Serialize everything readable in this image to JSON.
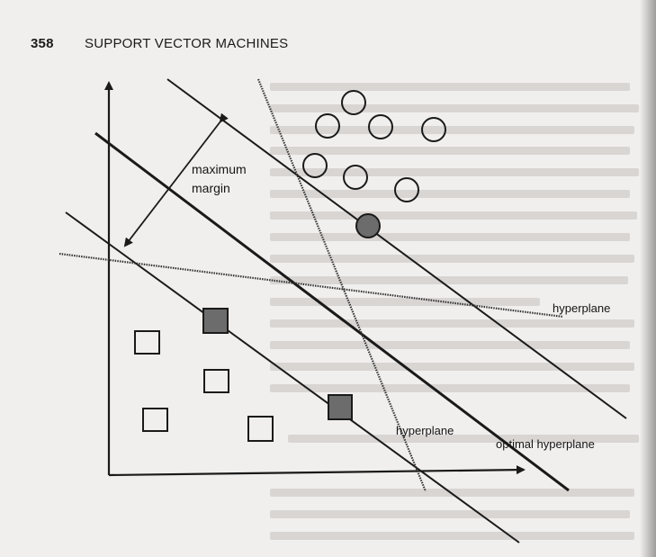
{
  "header": {
    "page_number": "358",
    "chapter_title": "SUPPORT VECTOR MACHINES"
  },
  "figure": {
    "labels": {
      "margin_line1": "maximum",
      "margin_line2": "margin",
      "hyperplane_top": "hyperplane",
      "hyperplane_bottom": "hyperplane",
      "optimal": "optimal hyperplane"
    },
    "colors": {
      "ink": "#1a1a1a",
      "support_fill": "#6c6c6c",
      "page_bg": "#f1efee"
    }
  }
}
